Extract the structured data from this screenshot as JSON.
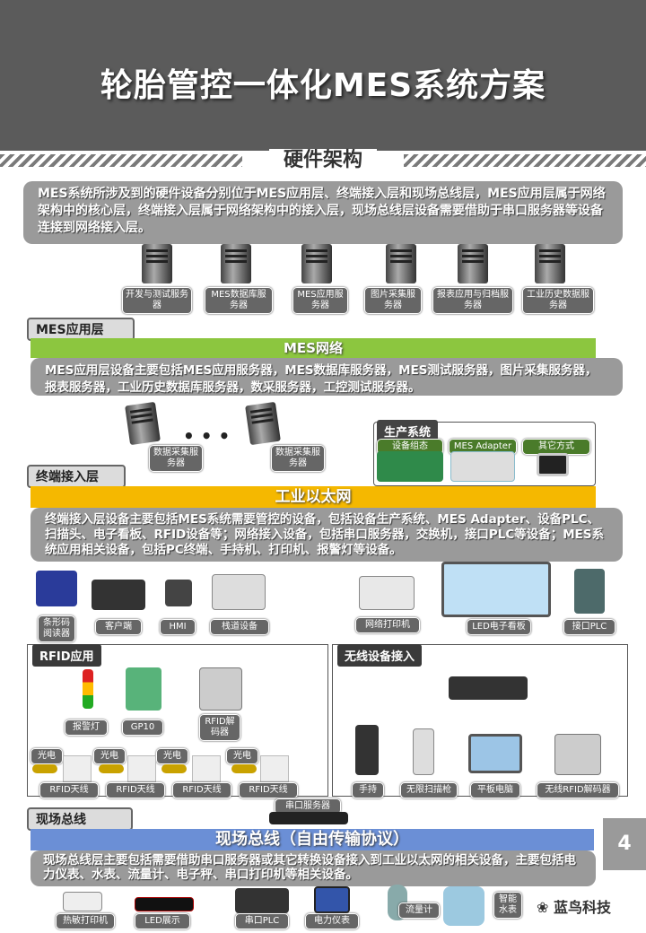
{
  "title": "轮胎管控一体化MES系统方案",
  "subtitle": "硬件架构",
  "intro": "MES系统所涉及到的硬件设备分别位于MES应用层、终端接入层和现场总线层，MES应用层属于网络架构中的核心层，终端接入层属于网络架构中的接入层，现场总线层设备需要借助于串口服务器等设备连接到网络接入层。",
  "mes_layer": {
    "label": "MES应用层",
    "network": "MES网络",
    "servers": [
      "开发与测试服务器",
      "MES数据库服务器",
      "MES应用服务器",
      "图片采集服务器",
      "报表应用与归档服务器",
      "工业历史数据服务器"
    ],
    "desc": "MES应用层设备主要包括MES应用服务器，MES数据库服务器，MES测试服务器，图片采集服务器，报表服务器，工业历史数据库服务器，数采服务器，工控测试服务器。"
  },
  "collect": {
    "servers": [
      "数据采集服务器",
      "数据采集服务器"
    ],
    "ellipsis": "• • •",
    "prod_system": "生产系统",
    "prod_items": [
      "设备组态",
      "MES Adapter",
      "其它方式"
    ]
  },
  "terminal_layer": {
    "label": "终端接入层",
    "network": "工业以太网",
    "desc": "终端接入层设备主要包括MES系统需要管控的设备，包括设备生产系统、MES Adapter、设备PLC、扫描头、电子看板、RFID设备等；网络接入设备，包括串口服务器，交换机，接口PLC等设备；MES系统应用相关设备，包括PC终端、手持机、打印机、报警灯等设备。",
    "devices": [
      "条形码阅读器",
      "客户端",
      "HMI",
      "栈道设备",
      "网络打印机",
      "LED电子看板",
      "接口PLC"
    ]
  },
  "rfid": {
    "label": "RFID应用",
    "items": [
      "报警灯",
      "GP10",
      "RFID解码器"
    ],
    "sensor": "光电",
    "antenna": "RFID天线"
  },
  "wireless": {
    "label": "无线设备接入",
    "items": [
      "手持",
      "无限扫描枪",
      "平板电脑",
      "无线RFID解码器"
    ]
  },
  "serial_server": "串口服务器",
  "field_layer": {
    "label": "现场总线",
    "bus": "现场总线（自由传输协议）",
    "desc": "现场总线层主要包括需要借助串口服务器或其它转换设备接入到工业以太网的相关设备，主要包括电力仪表、水表、流量计、电子秤、串口打印机等相关设备。",
    "devices": [
      "热敏打印机",
      "LED展示",
      "串口PLC",
      "电力仪表",
      "流量计",
      "智能水表"
    ]
  },
  "page_number": "4",
  "watermark": "蓝鸟科技",
  "colors": {
    "green": "#8cc63f",
    "yellow": "#f5b800",
    "blue": "#6b8fd6",
    "gray": "#9a9a9a",
    "header": "#5b5b5b"
  }
}
